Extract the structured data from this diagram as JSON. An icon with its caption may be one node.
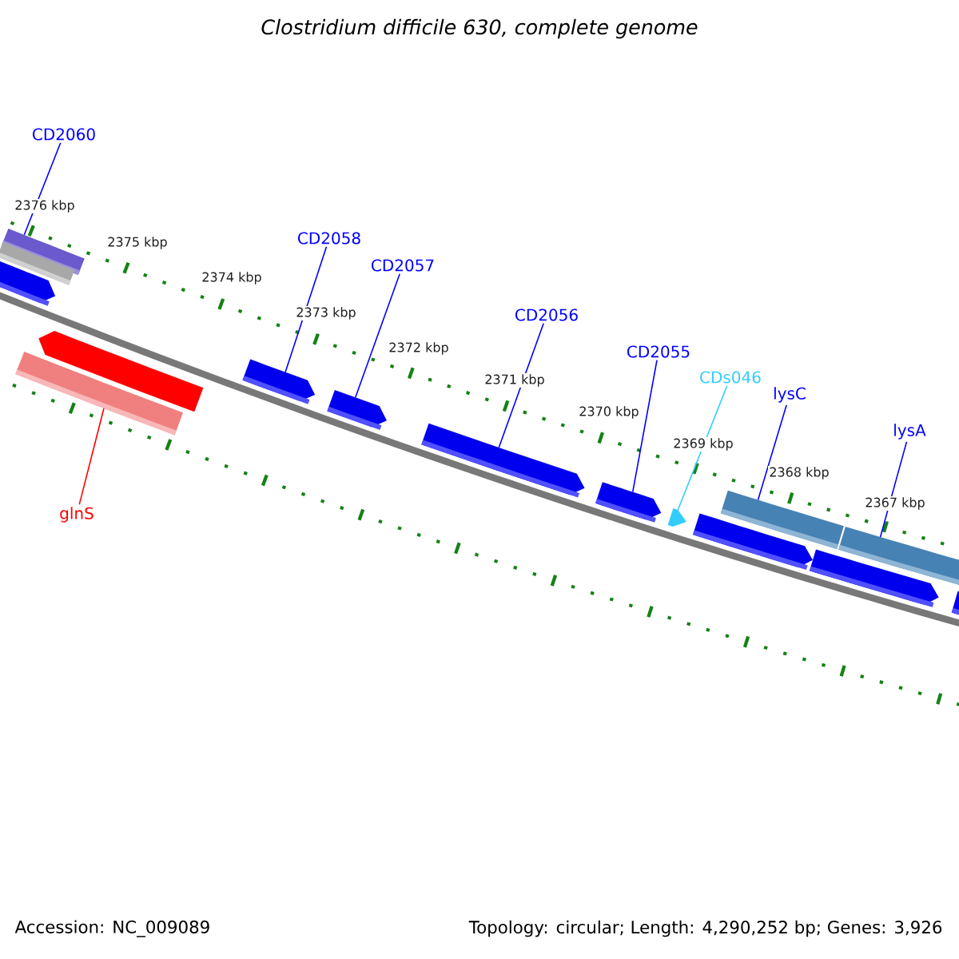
{
  "diagram": {
    "title": "Clostridium difficile 630, complete genome",
    "nodes": [
      {
        "text": [
          "CD2060"
        ]
      },
      {
        "text": [
          "CD2058"
        ]
      },
      {
        "text": [
          "CD2057"
        ]
      },
      {
        "text": [
          "CD2056"
        ]
      },
      {
        "text": [
          "CD2055"
        ]
      },
      {
        "text": [
          "CDs046"
        ]
      },
      {
        "text": [
          "lysC"
        ]
      },
      {
        "text": [
          "lysA"
        ]
      },
      {
        "text": [
          "glnS"
        ]
      },
      {
        "text": [],
        "shape": "bar"
      },
      {
        "text": [],
        "shape": "bar"
      },
      {
        "text": [],
        "shape": "pentagon"
      },
      {
        "text": [],
        "shape": "bar"
      },
      {
        "text": [],
        "shape": "pentagon"
      },
      {
        "text": [],
        "shape": "pentagon"
      },
      {
        "text": [],
        "shape": "pentagon"
      },
      {
        "text": [],
        "shape": "pentagon"
      },
      {
        "text": [],
        "shape": "pentagon"
      },
      {
        "text": [],
        "shape": "pentagon"
      },
      {
        "text": [],
        "shape": "pentagon"
      },
      {
        "text": [],
        "shape": "bar"
      },
      {
        "text": [],
        "shape": "pentagon"
      },
      {
        "text": [],
        "shape": "bar"
      },
      {
        "text": [],
        "shape": "pentagon"
      }
    ],
    "edges": [
      {
        "from": 0,
        "to": 9,
        "arrow": "none"
      },
      {
        "from": 1,
        "to": 14,
        "arrow": "none"
      },
      {
        "from": 2,
        "to": 15,
        "arrow": "none"
      },
      {
        "from": 3,
        "to": 16,
        "arrow": "none"
      },
      {
        "from": 4,
        "to": 17,
        "arrow": "none"
      },
      {
        "from": 5,
        "to": 18,
        "arrow": "none",
        "color": "#33ccff"
      },
      {
        "from": 6,
        "to": 20,
        "arrow": "none"
      },
      {
        "from": 7,
        "to": 22,
        "arrow": "none"
      },
      {
        "from": 8,
        "to": 12,
        "arrow": "none",
        "color": "#ff0000"
      }
    ],
    "labels": [
      "2376 kbp",
      "2375 kbp",
      "2374 kbp",
      "2373 kbp",
      "2372 kbp",
      "2371 kbp",
      "2370 kbp",
      "2369 kbp",
      "2368 kbp",
      "2367 kbp",
      "Accession: NC_009089",
      "Topology: circular; Length: 4,290,252 bp; Genes: 3,926"
    ]
  }
}
